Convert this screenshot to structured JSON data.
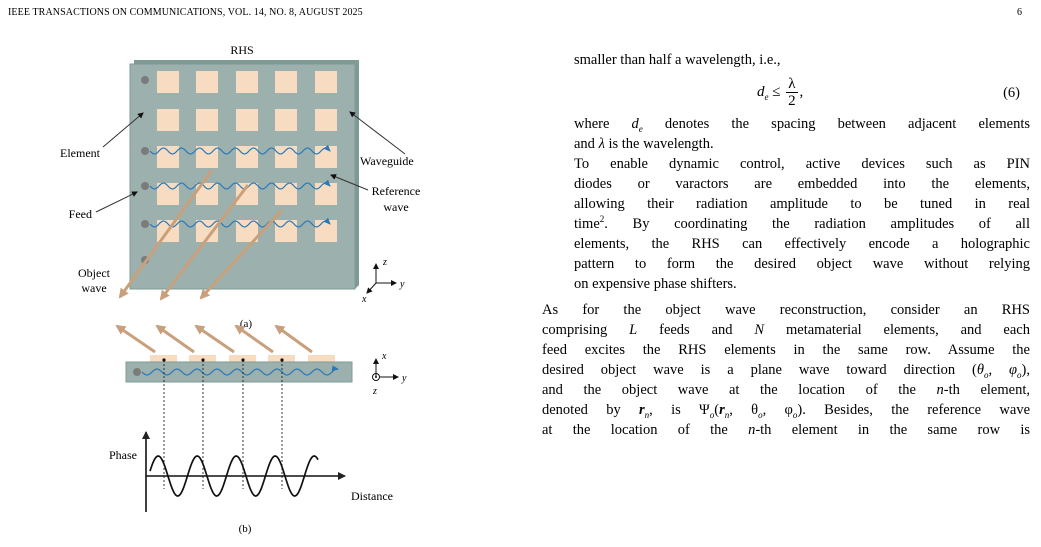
{
  "header": {
    "journal": "IEEE TRANSACTIONS ON COMMUNICATIONS, VOL. 14, NO. 8, AUGUST 2025",
    "page_number": "6"
  },
  "figure": {
    "panel_a": {
      "title": "RHS",
      "labels": {
        "element": "Element",
        "feed": "Feed",
        "object_wave_1": "Object",
        "object_wave_2": "wave",
        "waveguide": "Waveguide",
        "reference_wave_1": "Reference",
        "reference_wave_2": "wave",
        "axis_z": "z",
        "axis_y": "y",
        "axis_x": "x"
      },
      "caption": "(a)"
    },
    "panel_b": {
      "labels": {
        "phase": "Phase",
        "distance": "Distance",
        "axis_x": "x",
        "axis_y": "y",
        "axis_z": "z"
      },
      "caption": "(b)"
    },
    "colors": {
      "surface": "#9cb1ad",
      "surface_edge": "#7f9a95",
      "element": "#f7dcc1",
      "feed": "#7b7b7b",
      "wave": "#2a78b8",
      "object_arrow": "#c9a07c"
    }
  },
  "text": {
    "l1": "smaller than half a wavelength, i.e.,",
    "eq_lhs": "d",
    "eq_sub": "e",
    "eq_rel": "≤",
    "eq_num": "λ",
    "eq_den": "2",
    "eq_comma": ",",
    "eq_tag": "(6)",
    "l2a": "where ",
    "l2b": "d",
    "l2c": "e",
    "l2d": " denotes the spacing between adjacent elements",
    "l3a": "and ",
    "l3b": "λ",
    "l3c": " is the wavelength.",
    "l4": "To enable dynamic control, active devices such as PIN",
    "l5": "diodes or varactors are embedded into the elements,",
    "l6": "allowing their radiation amplitude to be tuned in real",
    "l7a": "time",
    "l7b": "2",
    "l7c": ". By coordinating the radiation amplitudes of all",
    "l8": "elements, the RHS can effectively encode a holographic",
    "l9": "pattern to form the desired object wave without relying",
    "l10": "on expensive phase shifters.",
    "l11": "As for the object wave reconstruction, consider an RHS",
    "l12a": "comprising ",
    "l12b": "L",
    "l12c": " feeds and ",
    "l12d": "N",
    "l12e": " metamaterial elements, and each",
    "l13": "feed excites the RHS elements in the same row. Assume the",
    "l14a": "desired object wave is a plane wave toward direction (",
    "l14b": "θ",
    "l14c": "o",
    "l14d": ", ",
    "l14e": "φ",
    "l14f": "o",
    "l14g": "),",
    "l15a": "and the object wave at the location of the ",
    "l15b": "n",
    "l15c": "-th element,",
    "l16a": "denoted by ",
    "l16b": "r",
    "l16c": "n",
    "l16d": ", is Ψ",
    "l16e": "o",
    "l16f": "(",
    "l16g": "r",
    "l16h": "n",
    "l16i": ", θ",
    "l16j": "o",
    "l16k": ", φ",
    "l16l": "o",
    "l16m": "). Besides, the reference wave",
    "l17a": "at the location of the ",
    "l17b": "n",
    "l17c": "-th element in the same row is"
  }
}
